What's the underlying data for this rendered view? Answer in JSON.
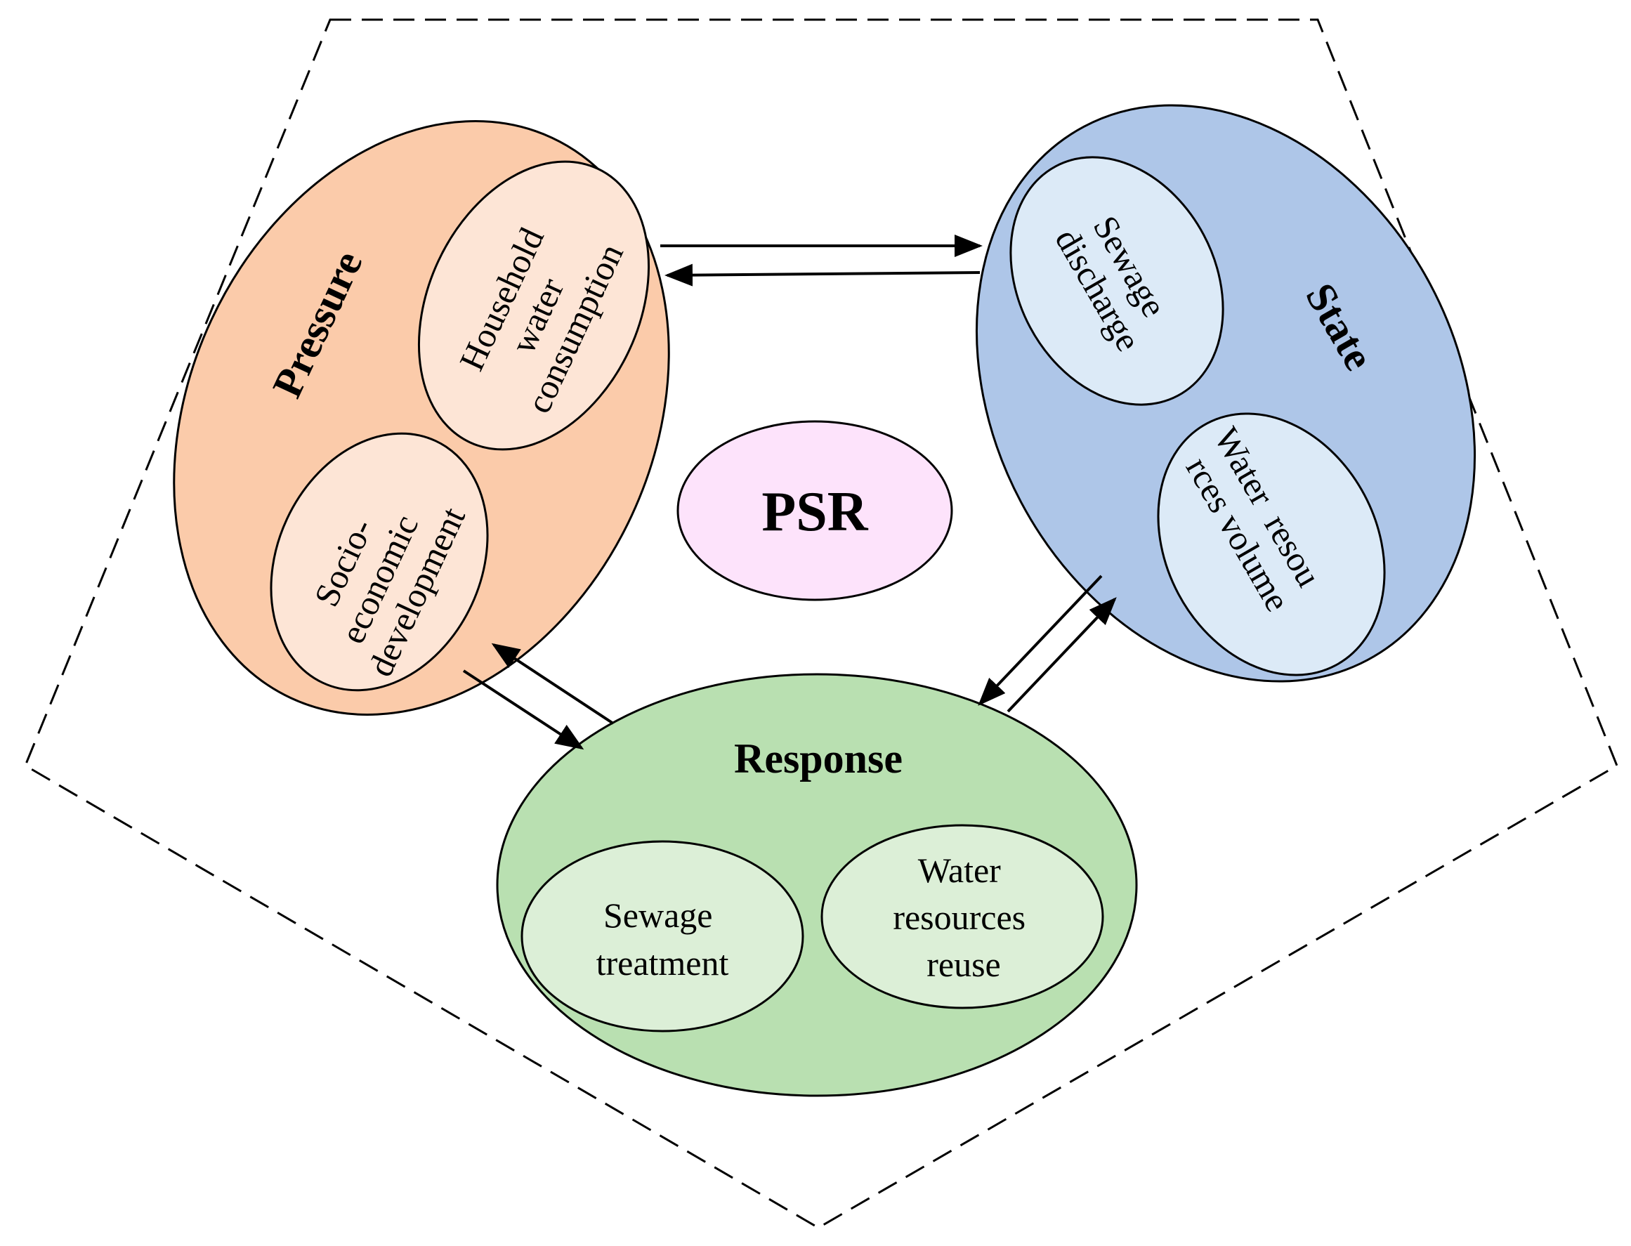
{
  "colors": {
    "pressure_fill": "#FBCBAA",
    "pressure_inner_fill": "#FDE5D6",
    "state_fill": "#AEC6E8",
    "state_inner_fill": "#DCEAF7",
    "response_fill": "#B9E0B1",
    "response_inner_fill": "#DCEFD7",
    "psr_fill": "#FDE3FB",
    "stroke": "#000000"
  },
  "center": {
    "label": "PSR"
  },
  "pressure": {
    "title": "Pressure",
    "item1": [
      "Household",
      "water",
      "consumption"
    ],
    "item2": [
      "Socio-",
      "economic",
      "development"
    ]
  },
  "state": {
    "title": "State",
    "item1": [
      "Sewage",
      "discharge"
    ],
    "item2": [
      "Water  resou",
      "rces volume"
    ]
  },
  "response": {
    "title": "Response",
    "item1": [
      "Sewage",
      "treatment"
    ],
    "item2": [
      "Water",
      "resources",
      "reuse"
    ]
  },
  "arrows": [
    "pressure-to-state",
    "state-to-pressure",
    "state-to-response",
    "response-to-state",
    "pressure-to-response",
    "response-to-pressure"
  ]
}
